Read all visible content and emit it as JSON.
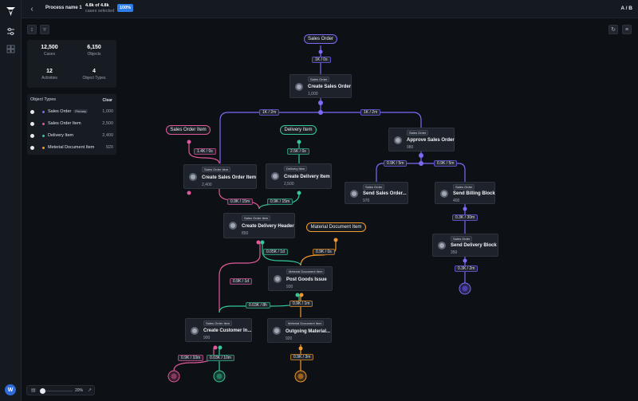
{
  "header": {
    "process_name": "Process name 1",
    "cases_count": "4.8k of 4.8k",
    "cases_label": "cases selected",
    "percent": "100%",
    "view_toggle": "A / B"
  },
  "user": {
    "avatar_initial": "W"
  },
  "stats": [
    {
      "value": "12,500",
      "label": "Cases"
    },
    {
      "value": "6,150",
      "label": "Objects"
    },
    {
      "value": "12",
      "label": "Activities"
    },
    {
      "value": "4",
      "label": "Object Types"
    }
  ],
  "object_types": {
    "title": "Object Types",
    "clear_label": "Clear",
    "items": [
      {
        "name": "Sales Order",
        "badge": "Primary",
        "count": "1,000",
        "color": "#7b6cf6"
      },
      {
        "name": "Sales Order Item",
        "badge": "",
        "count": "2,500",
        "color": "#e05a9a"
      },
      {
        "name": "Delivery Item",
        "badge": "",
        "count": "2,400",
        "color": "#35c79a"
      },
      {
        "name": "Meterial Document Item",
        "badge": "",
        "count": "920",
        "color": "#f09a2c"
      }
    ]
  },
  "zoom": {
    "value": "20%",
    "level": 0.2
  },
  "colors": {
    "sales_order": "#7b6cf6",
    "sales_order_item": "#e05a9a",
    "delivery_item": "#35c79a",
    "material_document_item": "#f09a2c",
    "accent": "#2f7ee8"
  },
  "start_pills": {
    "sales_order": "Sales Order",
    "sales_order_item": "Sales Order Item",
    "delivery_item": "Delivery Item",
    "material_document_item": "Material Document Item"
  },
  "nodes": {
    "create_sales_order": {
      "tag": "Sales Order",
      "name": "Create Sales Order",
      "count": "1,000"
    },
    "create_sales_order_item": {
      "tag": "Sales Order Item",
      "name": "Create Sales Order Item",
      "count": "2,400"
    },
    "create_delivery_item": {
      "tag": "Delivery Item",
      "name": "Create Delivery Item",
      "count": "2,500"
    },
    "approve_sales_order": {
      "tag": "Sales Order",
      "name": "Approve Sales Order",
      "count": "980"
    },
    "send_sales_order": {
      "tag": "Sales Order",
      "name": "Send Sales Order...",
      "count": "970"
    },
    "send_billing_block": {
      "tag": "Sales Order",
      "name": "Send Billing Block",
      "count": "400"
    },
    "create_delivery_header": {
      "tag": "Sales Order Item",
      "name": "Create Delivery Header",
      "count": "850"
    },
    "send_delivery_block": {
      "tag": "Sales Order",
      "name": "Send Delivery Block",
      "count": "350"
    },
    "post_goods_issue": {
      "tag": "Meterial Document Item",
      "name": "Post Goods Issue",
      "count": "930"
    },
    "create_customer_invoice": {
      "tag": "Sales Order Item",
      "name": "Create Customer In...",
      "count": "900"
    },
    "outgoing_material": {
      "tag": "Meterial Document Item",
      "name": "Outgoing Material...",
      "count": "920"
    }
  },
  "edges": {
    "so_start": "1K / 0s",
    "so_left": "1K / 2m",
    "so_right": "1K / 2m",
    "soi_start": "1.4K / 0s",
    "di_start": "2.5K / 0s",
    "appr_left": "0.9K / 5m",
    "appr_right": "0.9K / 5m",
    "soi_to_hdr": "0.9K / 15m",
    "di_to_hdr": "0.9K / 15m",
    "billing_to_delivery": "0.3K / 30m",
    "delivery_end": "0.3K / 2m",
    "hdr_to_pgi": "0.05K / 1d",
    "mdi_to_pgi": "0.9K / 0s",
    "hdr_to_inv": "0.9K / 1d",
    "pgi_to_inv": "0.03K / 8h",
    "pgi_to_out": "0.9K / 1m",
    "inv_end_left": "0.9K / 10m",
    "inv_end_right": "0.03K / 10m",
    "out_end": "0.9K / 3m"
  }
}
